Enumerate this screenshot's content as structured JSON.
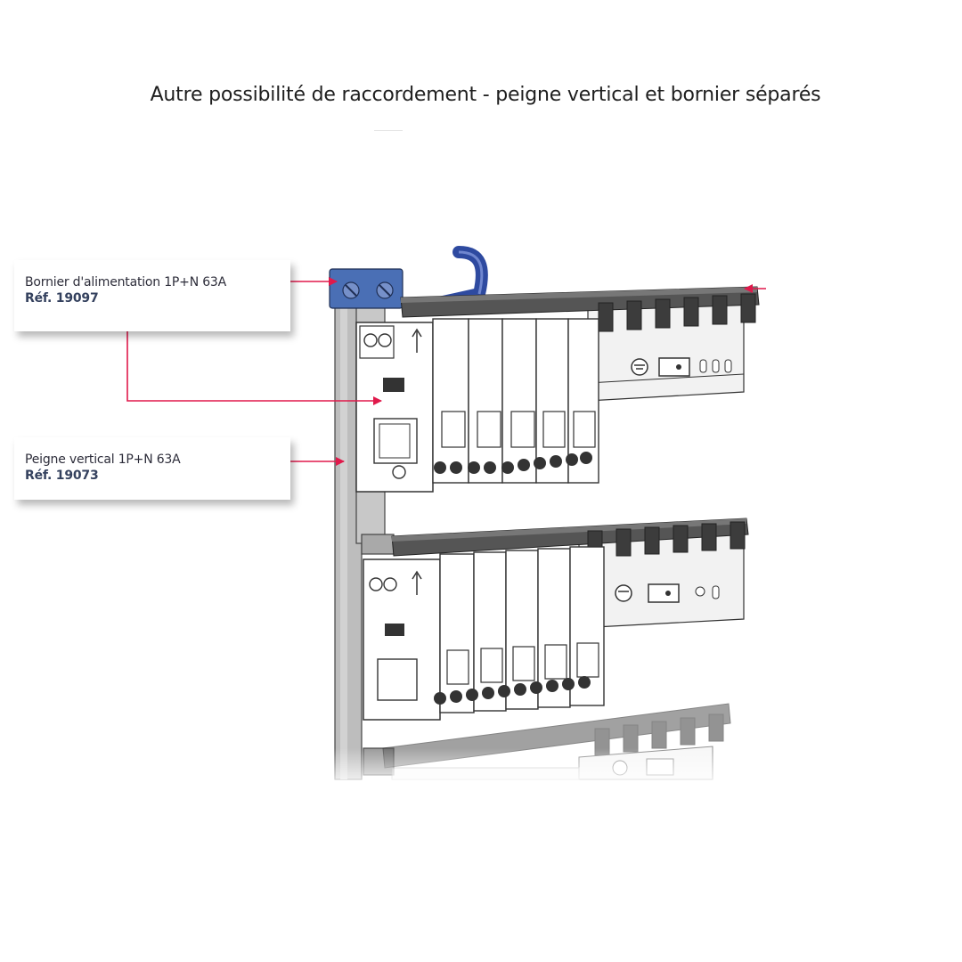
{
  "title": "Autre possibilité de raccordement -  peigne vertical et bornier séparés",
  "callouts": {
    "bornier": {
      "name": "Bornier d'alimentation 1P+N 63A",
      "ref": "Réf. 19097"
    },
    "peigne": {
      "name": "Peigne vertical 1P+N 63A",
      "ref": "Réf. 19073"
    }
  },
  "colors": {
    "arrow": "#e0194b",
    "terminal_block": "#4a6fb5",
    "cable": "#2e4aa0",
    "comb": "#444444",
    "vertical_comb": "#b8b8b8",
    "outline": "#333333"
  }
}
